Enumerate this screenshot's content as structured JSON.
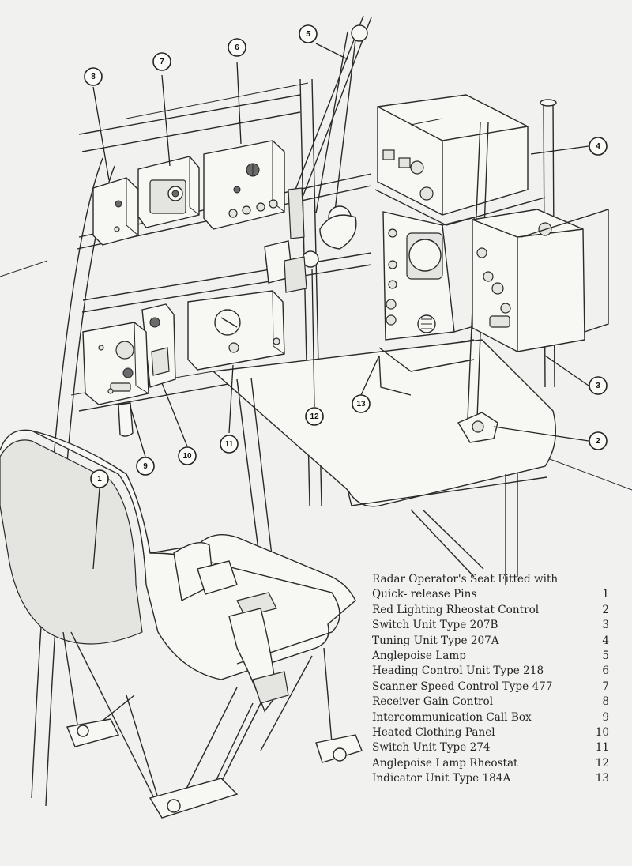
{
  "callouts": [
    {
      "num": "1",
      "label": "Radar Operator's Seat Fitted with Quick-release Pins"
    },
    {
      "num": "2",
      "label": "Red Lighting Rheostat Control"
    },
    {
      "num": "3",
      "label": "Switch Unit Type 207B"
    },
    {
      "num": "4",
      "label": "Tuning Unit Type 207A"
    },
    {
      "num": "5",
      "label": "Anglepoise Lamp"
    },
    {
      "num": "6",
      "label": "Heading Control Unit Type 218"
    },
    {
      "num": "7",
      "label": "Scanner Speed Control Type 477"
    },
    {
      "num": "8",
      "label": "Receiver Gain Control"
    },
    {
      "num": "9",
      "label": "Intercommunication Call Box"
    },
    {
      "num": "10",
      "label": "Heated Clothing Panel"
    },
    {
      "num": "11",
      "label": "Switch Unit Type 274"
    },
    {
      "num": "12",
      "label": "Anglepoise Lamp Rheostat"
    },
    {
      "num": "13",
      "label": "Indicator Unit Type 184A"
    }
  ],
  "legend": {
    "rows": [
      {
        "text": "Radar Operator's Seat Fitted with",
        "num": ""
      },
      {
        "text": "Quick- release Pins",
        "num": "1"
      },
      {
        "text": "Red Lighting Rheostat Control",
        "num": "2"
      },
      {
        "text": "Switch Unit Type 207B",
        "num": "3"
      },
      {
        "text": "Tuning Unit Type 207A",
        "num": "4"
      },
      {
        "text": "Anglepoise Lamp",
        "num": "5"
      },
      {
        "text": "Heading Control Unit Type 218",
        "num": "6"
      },
      {
        "text": "Scanner Speed Control Type 477",
        "num": "7"
      },
      {
        "text": "Receiver Gain Control",
        "num": "8"
      },
      {
        "text": "Intercommunication Call Box",
        "num": "9"
      },
      {
        "text": "Heated Clothing Panel",
        "num": "10"
      },
      {
        "text": "Switch Unit Type 274",
        "num": "11"
      },
      {
        "text": "Anglepoise Lamp Rheostat",
        "num": "12"
      },
      {
        "text": "Indicator Unit Type 184A",
        "num": "13"
      }
    ]
  }
}
